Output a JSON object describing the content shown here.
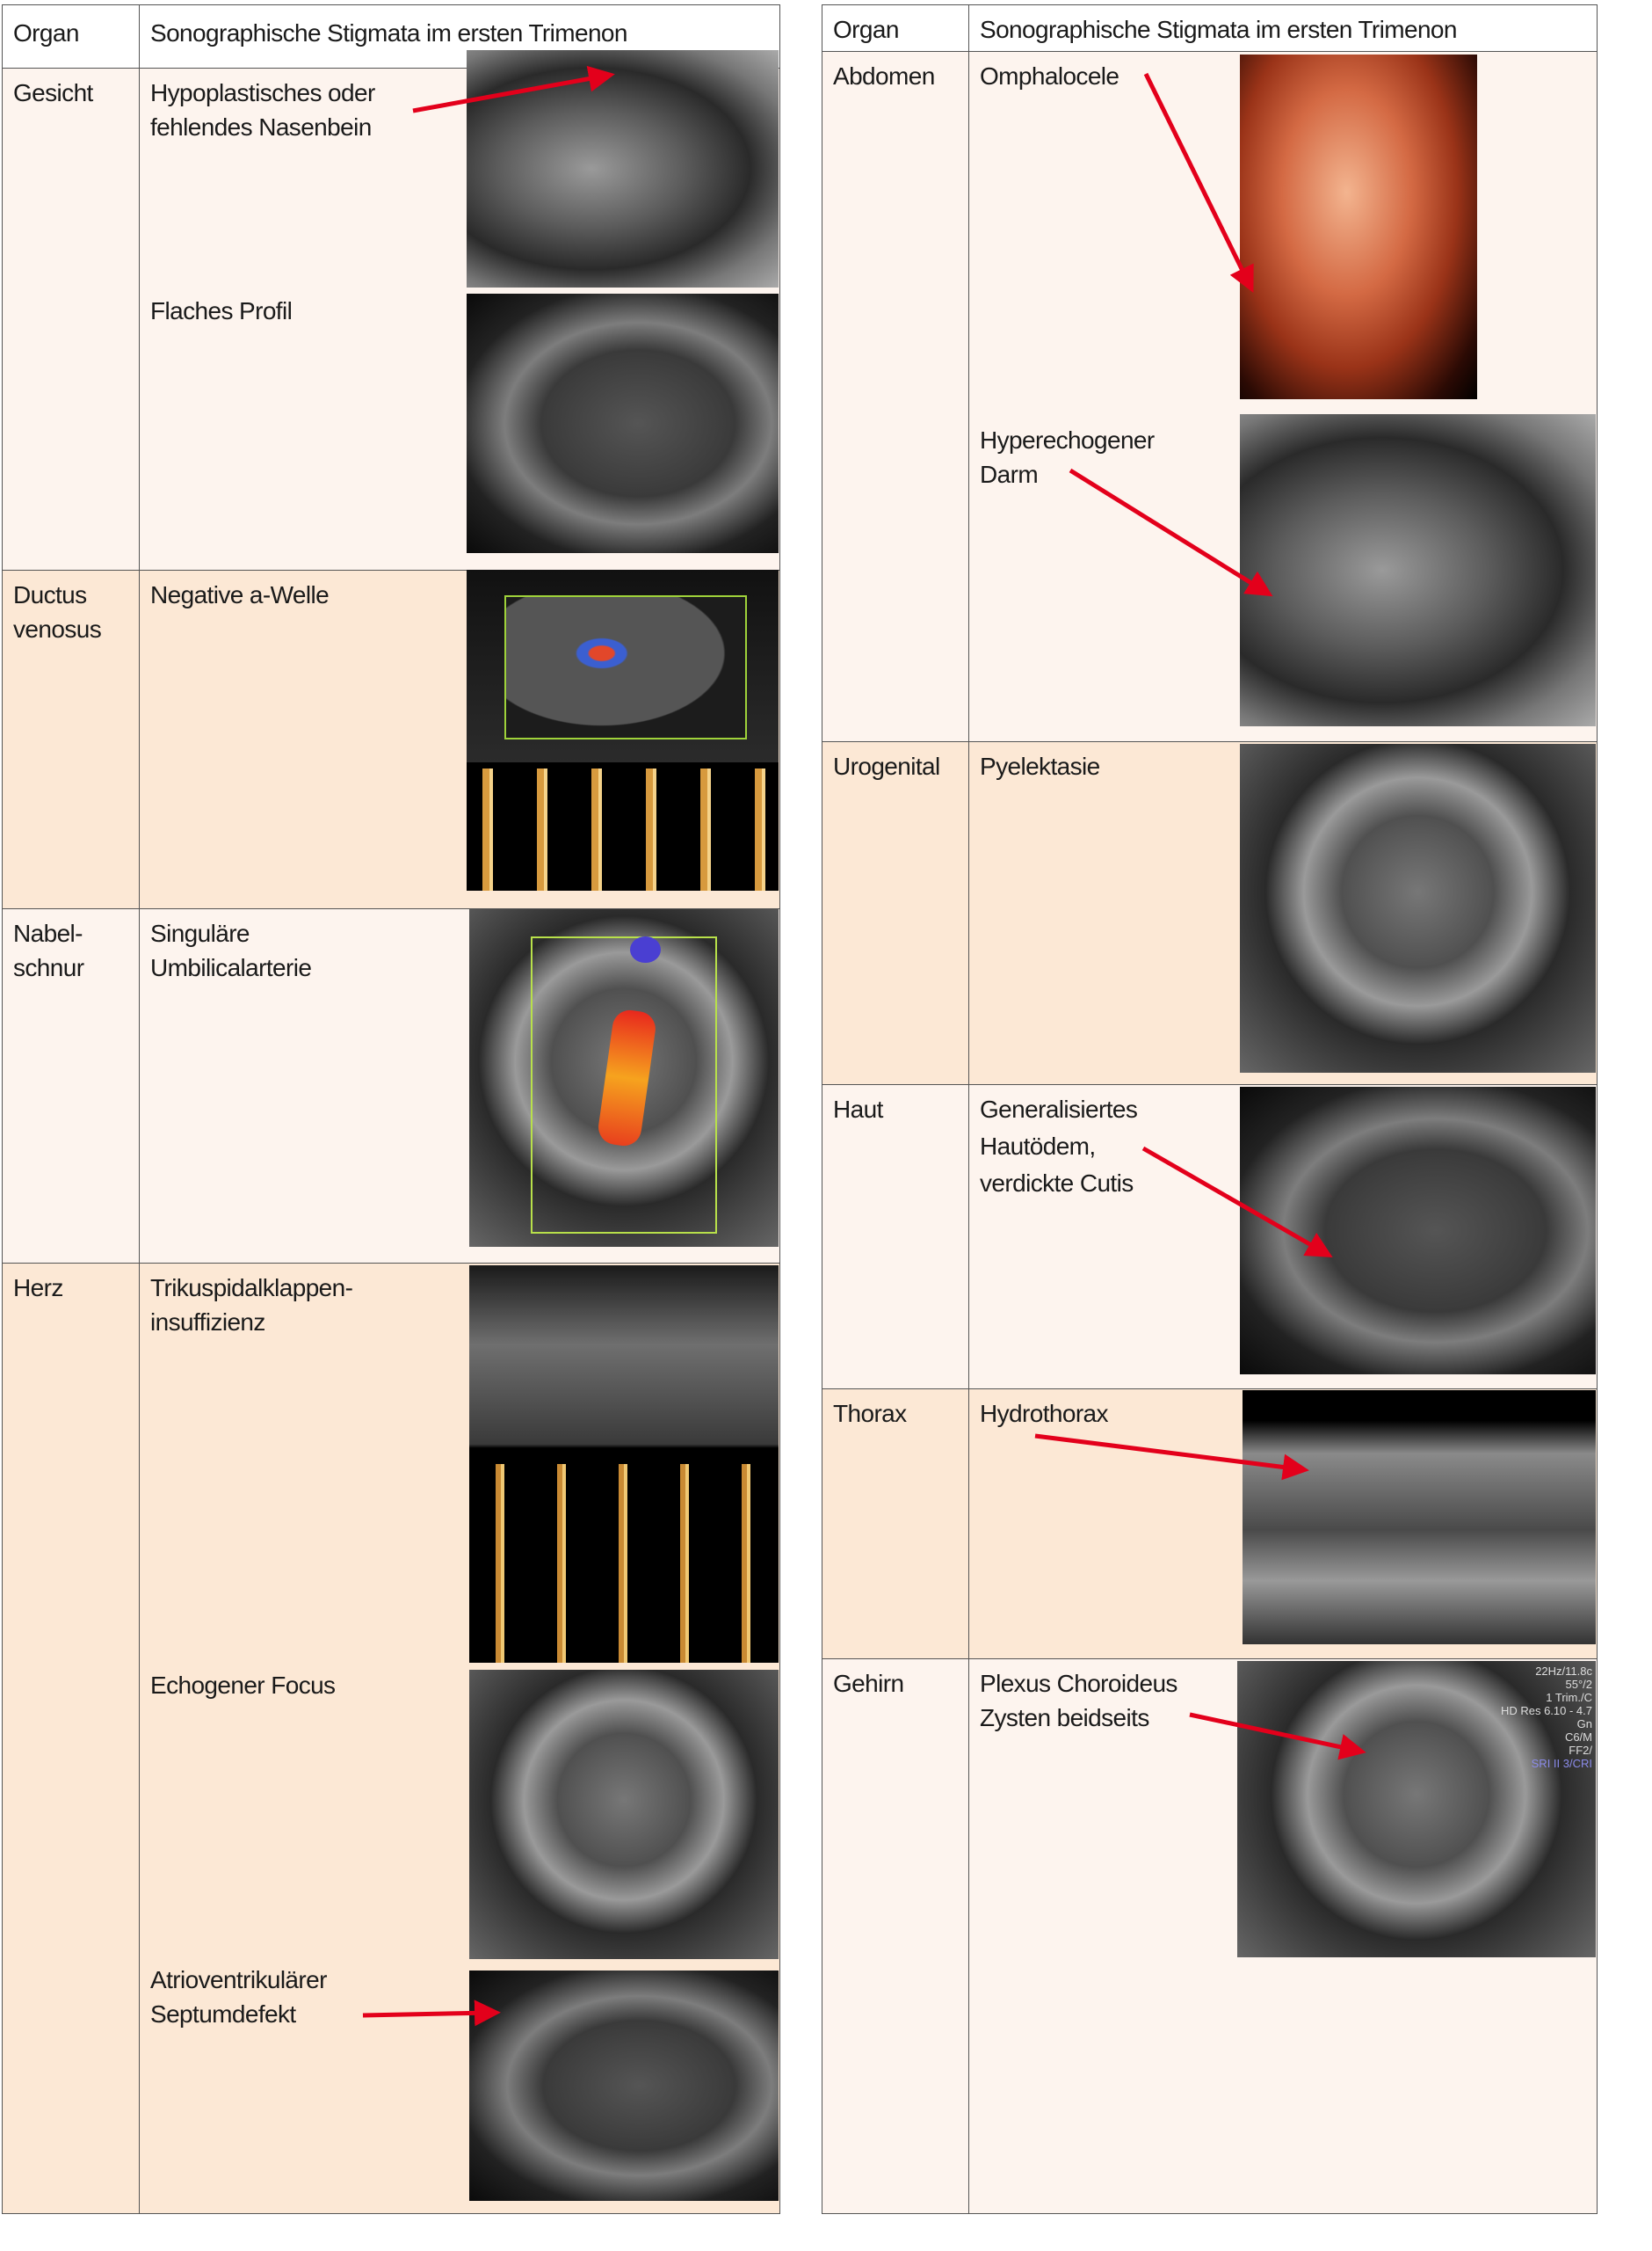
{
  "left_table": {
    "header": {
      "organ": "Organ",
      "stigmata": "Sonographische Stigmata im ersten Trimenon"
    },
    "rows": [
      {
        "organ": [
          "Gesicht"
        ],
        "findings": [
          {
            "lines": [
              "Hypoplastisches oder",
              "fehlendes Nasenbein"
            ],
            "image": "ultrasound-nasal-bone"
          },
          {
            "lines": [
              "Flaches Profil"
            ],
            "image": "ultrasound-flat-profile"
          }
        ]
      },
      {
        "organ": [
          "Ductus",
          "venosus"
        ],
        "findings": [
          {
            "lines": [
              "Negative a-Welle"
            ],
            "image": "doppler-ductus-venosus"
          }
        ]
      },
      {
        "organ": [
          "Nabel-",
          "schnur"
        ],
        "findings": [
          {
            "lines": [
              "Singuläre",
              "Umbilicalarterie"
            ],
            "image": "color-doppler-umbilical"
          }
        ]
      },
      {
        "organ": [
          "Herz"
        ],
        "findings": [
          {
            "lines": [
              "Trikuspidalklappen-",
              "insuffizienz"
            ],
            "image": "doppler-tricuspid"
          },
          {
            "lines": [
              "Echogener Focus"
            ],
            "image": "ultrasound-echogenic-focus"
          },
          {
            "lines": [
              "Atrioventrikulärer",
              "Septumdefekt"
            ],
            "image": "ultrasound-avsd"
          }
        ]
      }
    ]
  },
  "right_table": {
    "header": {
      "organ": "Organ",
      "stigmata": "Sonographische Stigmata im ersten Trimenon"
    },
    "rows": [
      {
        "organ": [
          "Abdomen"
        ],
        "findings": [
          {
            "lines": [
              "Omphalocele"
            ],
            "image": "3d-omphalocele"
          },
          {
            "lines": [
              "Hyperechogener",
              "Darm"
            ],
            "image": "ultrasound-bowel"
          }
        ]
      },
      {
        "organ": [
          "Urogenital"
        ],
        "findings": [
          {
            "lines": [
              "Pyelektasie"
            ],
            "image": "ultrasound-pyelectasis"
          }
        ]
      },
      {
        "organ": [
          "Haut"
        ],
        "findings": [
          {
            "lines": [
              "Generalisiertes",
              "Hautödem,",
              "verdickte Cutis"
            ],
            "image": "ultrasound-skin-edema"
          }
        ]
      },
      {
        "organ": [
          "Thorax"
        ],
        "findings": [
          {
            "lines": [
              "Hydrothorax"
            ],
            "image": "ultrasound-hydrothorax"
          }
        ]
      },
      {
        "organ": [
          "Gehirn"
        ],
        "findings": [
          {
            "lines": [
              "Plexus Choroideus",
              "Zysten beidseits"
            ],
            "image": "ultrasound-choroid-plexus",
            "overlay": [
              "22Hz/11.8c",
              "55°/2",
              "1 Trim./C",
              "HD Res 6.10 - 4.7",
              "Gn",
              "C6/M",
              "FF2/",
              "SRI II 3/CRI"
            ]
          }
        ]
      }
    ]
  },
  "colors": {
    "row_light": "#fdf4ee",
    "row_dark": "#fce8d5",
    "arrow": "#e3001b",
    "border": "#555555"
  }
}
